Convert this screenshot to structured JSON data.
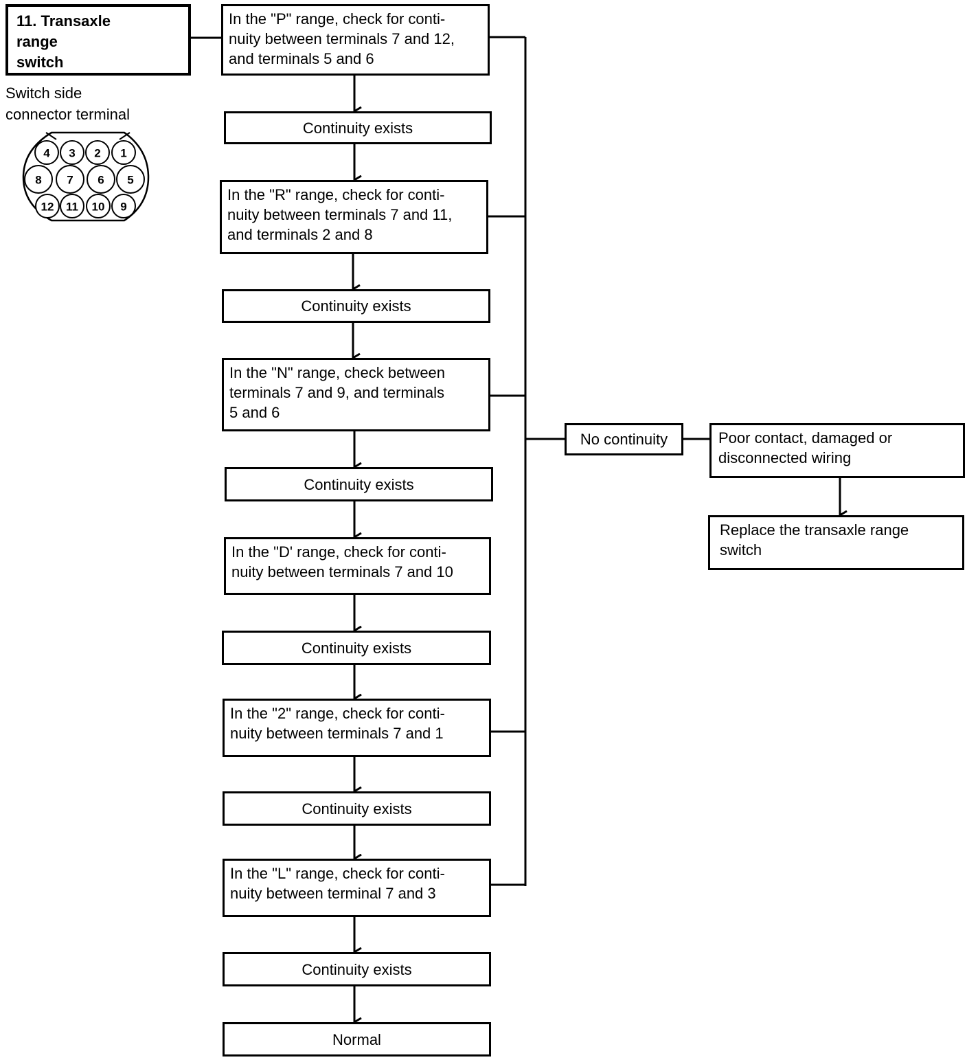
{
  "title": "11. Transaxle\n      range\n      switch",
  "connector_caption": "Switch side\nconnector terminal",
  "connector_pins": {
    "row1": [
      "4",
      "3",
      "2",
      "1"
    ],
    "row2": [
      "8",
      "7",
      "6",
      "5"
    ],
    "row3": [
      "12",
      "11",
      "10",
      "9"
    ]
  },
  "steps": {
    "check_p": "In the \"P\" range, check for conti-\nnuity between terminals 7 and 12,\nand terminals 5 and 6",
    "cont_1": "Continuity exists",
    "check_r": "In the \"R\" range, check for conti-\nnuity between terminals 7 and 11,\nand terminals 2 and 8",
    "cont_2": "Continuity exists",
    "check_n": "In the \"N\" range, check between\nterminals 7 and 9, and terminals\n5 and 6",
    "cont_3": "Continuity exists",
    "check_d": "In the \"D' range, check for conti-\nnuity between terminals 7 and 10",
    "cont_4": "Continuity exists",
    "check_2": "In the \"2\" range, check for conti-\nnuity between terminals 7 and 1",
    "cont_5": "Continuity exists",
    "check_l": "In the \"L\" range, check for conti-\nnuity between terminal 7 and 3",
    "cont_6": "Continuity exists",
    "normal": "Normal"
  },
  "failure": {
    "no_continuity": "No continuity",
    "cause": "Poor contact, damaged or\ndisconnected wiring",
    "action": "Replace the transaxle range\nswitch"
  }
}
